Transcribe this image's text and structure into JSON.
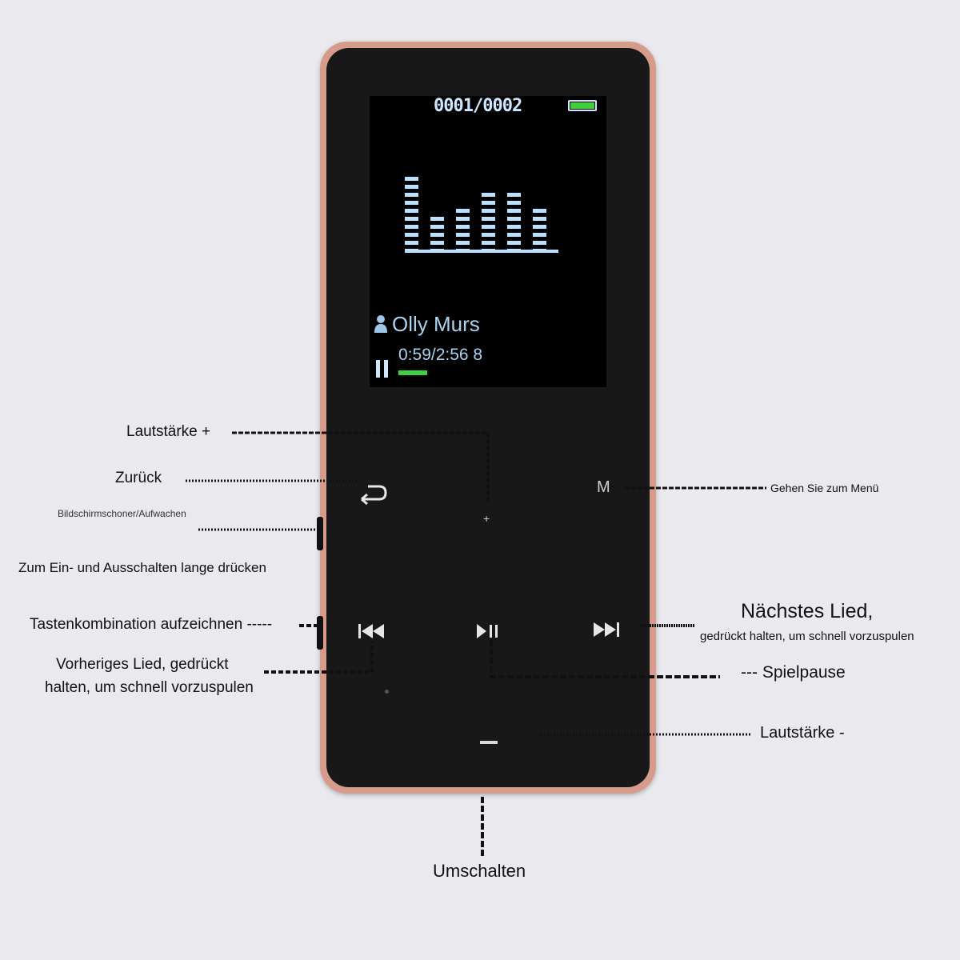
{
  "screen": {
    "track_counter": "0001/0002",
    "artist": "Olly Murs",
    "time": "0:59/2:56 8",
    "progress": 0.15,
    "battery_color": "#3fcf3f",
    "eq_color": "#b9e0ff",
    "eq_levels": [
      10,
      5,
      6,
      8,
      8,
      6
    ]
  },
  "device": {
    "back_icon": "back-arrow-icon",
    "menu_label": "M",
    "plus_label": "+",
    "prev_icon": "skip-previous-icon",
    "play_icon": "play-pause-icon",
    "next_icon": "skip-next-icon",
    "minus_icon": "minus-icon",
    "frame_color": "#d79b8c"
  },
  "labels": {
    "volume_up": "Lautstärke +",
    "back": "Zurück",
    "screensaver": "Bildschirmschoner/Aufwachen",
    "power": "Zum Ein- und Ausschalten lange drücken",
    "record": "Tastenkombination aufzeichnen -----",
    "prev_line1": "Vorheriges Lied, gedrückt",
    "prev_line2": "halten, um schnell vorzuspulen",
    "menu": "Gehen Sie zum Menü",
    "next_line1": "Nächstes Lied,",
    "next_line2": "gedrückt halten, um schnell vorzuspulen",
    "play_pause": "--- Spielpause",
    "volume_down": "Lautstärke -",
    "switch": "Umschalten"
  }
}
